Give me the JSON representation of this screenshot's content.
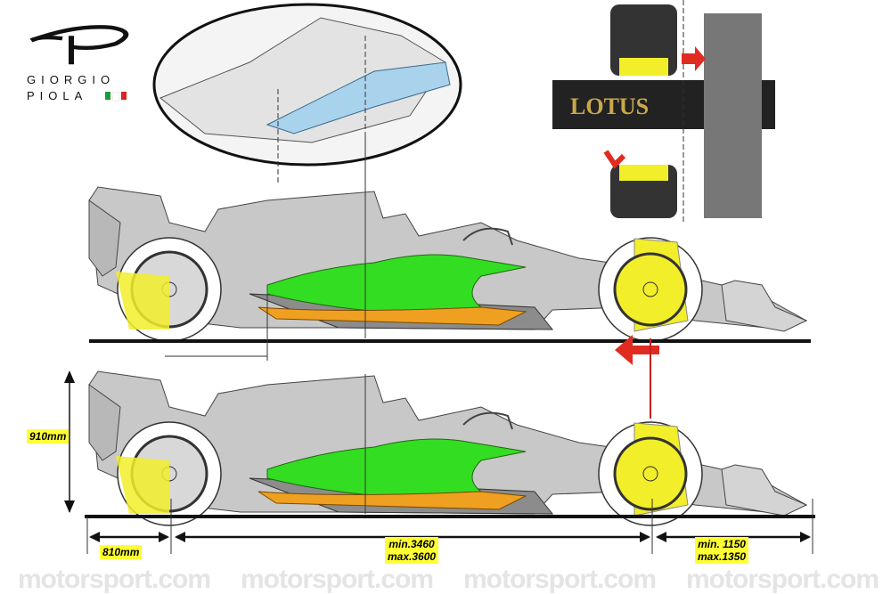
{
  "watermark": "motorsport.com",
  "logo": {
    "line1": "GIORGIO",
    "line2": "PIOLA",
    "flag_colors": [
      "#1a9b3a",
      "#ffffff",
      "#d22"
    ]
  },
  "inset_livery_text": "LOTUS",
  "dimensions": {
    "height": "910mm",
    "rear_overhang": "810mm",
    "wheelbase_min": "min.3460",
    "wheelbase_max": "max.3600",
    "front_overhang_min": "min. 1150",
    "front_overhang_max": "max.1350"
  },
  "colors": {
    "body": "#c8c8c8",
    "floor_green": "#33dd22",
    "floor_orange": "#f0a020",
    "wheel_yellow": "#f2ee2a",
    "arrow_red": "#e02b20",
    "label_bg": "#ffff33"
  }
}
